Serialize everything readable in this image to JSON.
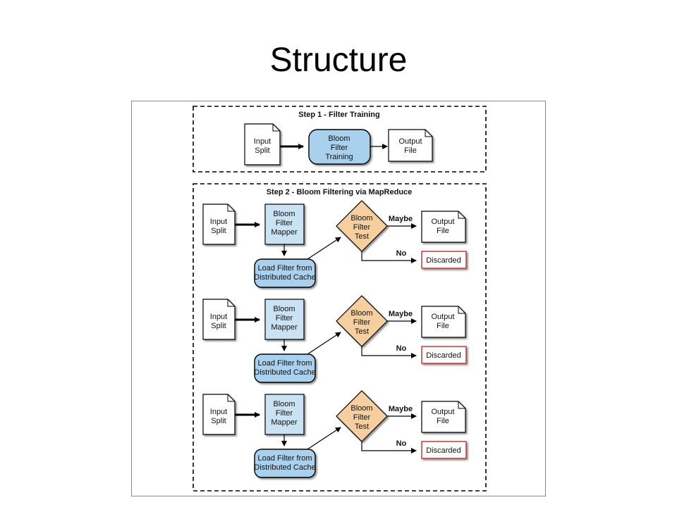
{
  "title": "Structure",
  "step1": {
    "heading": "Step 1 - Filter Training",
    "input": [
      "Input",
      "Split"
    ],
    "trainer": [
      "Bloom",
      "Filter",
      "Training"
    ],
    "output": [
      "Output",
      "File"
    ]
  },
  "step2": {
    "heading": "Step 2 - Bloom Filtering via MapReduce",
    "input": [
      "Input",
      "Split"
    ],
    "mapper": [
      "Bloom",
      "Filter",
      "Mapper"
    ],
    "load": [
      "Load Filter from",
      "Distributed Cache"
    ],
    "test": [
      "Bloom",
      "Filter",
      "Test"
    ],
    "maybe": "Maybe",
    "no": "No",
    "output": [
      "Output",
      "File"
    ],
    "discarded": "Discarded"
  },
  "colors": {
    "blue_fill": "#a9d0ec",
    "light_blue_fill": "#c9e3f5",
    "orange_fill": "#f6cf9e",
    "discard_border": "#cc2b2b",
    "frame_border": "#8a8a8a"
  }
}
